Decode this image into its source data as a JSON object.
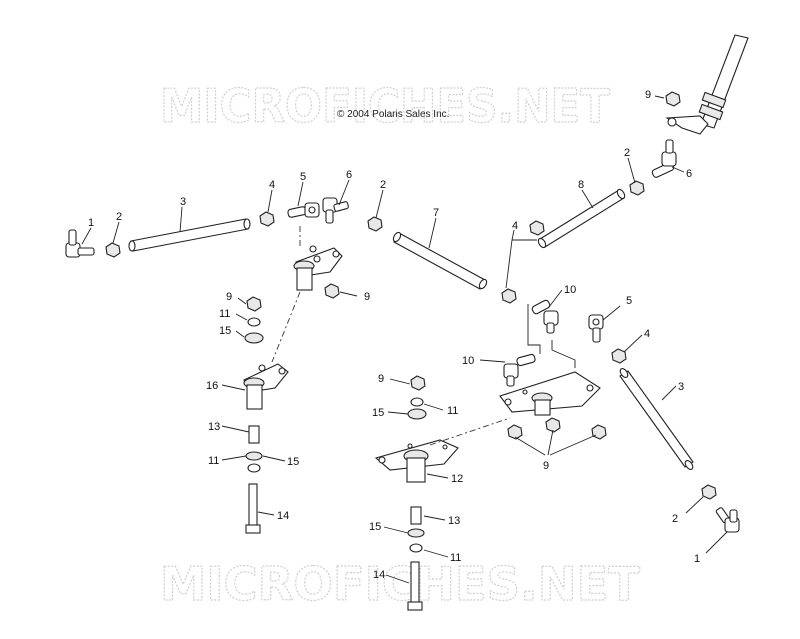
{
  "watermark": {
    "top_text": "MICROFICHES.NET",
    "bottom_text": "MICROFICHES.NET"
  },
  "copyright": "© 2004 Polaris Sales Inc.",
  "callouts": {
    "c1a": "1",
    "c2a": "2",
    "c3a": "3",
    "c4a": "4",
    "c5a": "5",
    "c6a": "6",
    "c2b": "2",
    "c7": "7",
    "c8": "8",
    "c9a": "9",
    "c2c": "2",
    "c6b": "6",
    "c4b": "4",
    "c9b": "9",
    "c9c": "9",
    "c11a": "11",
    "c15a": "15",
    "c16": "16",
    "c13a": "13",
    "c11b": "11",
    "c15b": "15",
    "c14a": "14",
    "c10a": "10",
    "c10b": "10",
    "c5b": "5",
    "c4c": "4",
    "c3b": "3",
    "c9d": "9",
    "c15c": "15",
    "c11c": "11",
    "c12": "12",
    "c13b": "13",
    "c15d": "15",
    "c11d": "11",
    "c14b": "14",
    "c9e": "9",
    "c2d": "2",
    "c1b": "1"
  }
}
